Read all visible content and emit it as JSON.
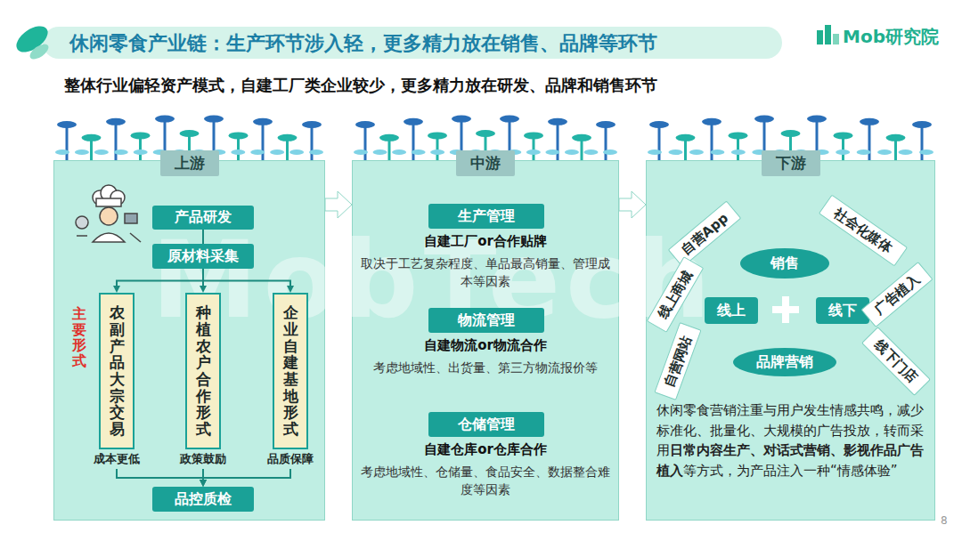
{
  "diagram": {
    "title": "休闲零食产业链：生产环节涉入轻，更多精力放在销售、品牌等环节",
    "nodes": [
      {
        "text": [
          "上游"
        ]
      },
      {
        "text": [
          "产品研发"
        ],
        "in": 0
      },
      {
        "text": [
          "原材料采集"
        ],
        "in": 0
      },
      {
        "text": [
          "农副产品大宗交易",
          "成本更低"
        ],
        "in": 0
      },
      {
        "text": [
          "种植农户合作形式",
          "政策鼓励"
        ],
        "in": 0
      },
      {
        "text": [
          "企业自建基地形式",
          "品质保障"
        ],
        "in": 0
      },
      {
        "text": [
          "品控质检"
        ],
        "in": 0
      },
      {
        "text": [
          "中游"
        ]
      },
      {
        "text": [
          "生产管理"
        ],
        "in": 7
      },
      {
        "text": [
          "物流管理"
        ],
        "in": 7
      },
      {
        "text": [
          "仓储管理"
        ],
        "in": 7
      },
      {
        "text": [
          "下游"
        ]
      },
      {
        "text": [
          "销售"
        ],
        "in": 11
      },
      {
        "text": [
          "线上"
        ],
        "in": 11
      },
      {
        "text": [
          "线下"
        ],
        "in": 11
      },
      {
        "text": [
          "品牌营销"
        ],
        "in": 11
      },
      {
        "text": [
          "自营App"
        ],
        "in": 11
      },
      {
        "text": [
          "社会化媒体"
        ],
        "in": 11
      },
      {
        "text": [
          "线上商城"
        ],
        "in": 11
      },
      {
        "text": [
          "广告植入"
        ],
        "in": 11
      },
      {
        "text": [
          "自营网站"
        ],
        "in": 11
      },
      {
        "text": [
          "线下门店"
        ],
        "in": 11
      }
    ],
    "edges": [
      {
        "from": 0,
        "to": 7,
        "arrow": "to"
      },
      {
        "from": 7,
        "to": 11,
        "arrow": "to"
      },
      {
        "from": 1,
        "to": 2,
        "arrow": "none"
      },
      {
        "from": 2,
        "to": 3,
        "arrow": "to"
      },
      {
        "from": 2,
        "to": 4,
        "arrow": "to"
      },
      {
        "from": 2,
        "to": 5,
        "arrow": "to"
      },
      {
        "from": 3,
        "to": 6,
        "arrow": "to"
      },
      {
        "from": 4,
        "to": 6,
        "arrow": "to"
      },
      {
        "from": 5,
        "to": 6,
        "arrow": "to"
      }
    ],
    "labels": [
      "Mob研究院",
      "整体行业偏轻资产模式，自建工厂类企业较少，更多精力放在研发、品牌和销售环节",
      "主要形式",
      "自建工厂or合作贴牌",
      "取决于工艺复杂程度、单品最高销量、管理成本等因素",
      "自建物流or物流合作",
      "考虑地域性、出货量、第三方物流报价等",
      "自建仓库or仓库合作",
      "考虑地域性、仓储量、食品安全、数据整合难度等因素",
      "休闲零食营销注重与用户发生情感共鸣，减少标准化、批量化、大规模的广告投放，转而采用",
      "日常内容生产、对话式营销、影视作品广告植入",
      "等方式，为产品注入一种“情感体验”",
      "8",
      "MobTech"
    ]
  }
}
